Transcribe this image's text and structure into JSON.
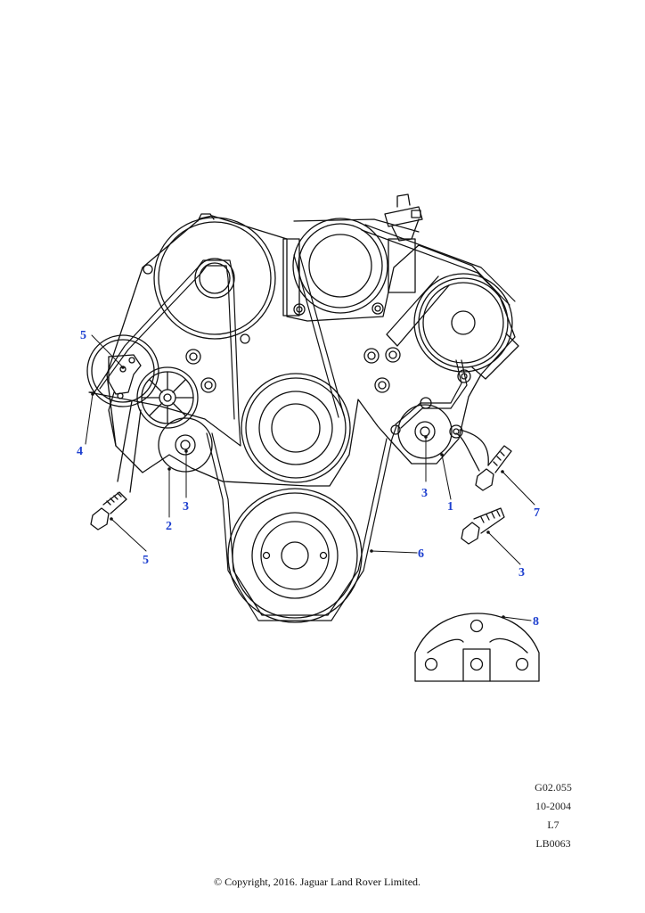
{
  "callouts": {
    "c1": "1",
    "c2": "2",
    "c3a": "3",
    "c3b": "3",
    "c3c": "3",
    "c4": "4",
    "c5a": "5",
    "c5b": "5",
    "c6": "6",
    "c7": "7",
    "c8": "8"
  },
  "drawing_info": {
    "code": "G02.055",
    "date": "10-2004",
    "level": "L7",
    "ref": "LB0063"
  },
  "copyright": "© Copyright, 2016. Jaguar Land Rover Limited.",
  "colors": {
    "callout": "#1d3fcf",
    "line": "#111111",
    "background": "#ffffff"
  }
}
